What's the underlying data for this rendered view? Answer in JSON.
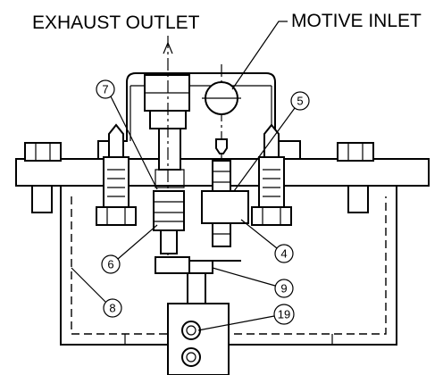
{
  "labels": {
    "exhaust_outlet": "EXHAUST OUTLET",
    "motive_inlet": "MOTIVE INLET"
  },
  "balloons": [
    {
      "id": "balloon-7",
      "text": "7"
    },
    {
      "id": "balloon-5",
      "text": "5"
    },
    {
      "id": "balloon-6",
      "text": "6"
    },
    {
      "id": "balloon-4",
      "text": "4"
    },
    {
      "id": "balloon-9",
      "text": "9"
    },
    {
      "id": "balloon-8",
      "text": "8"
    },
    {
      "id": "balloon-19",
      "text": "19"
    }
  ]
}
